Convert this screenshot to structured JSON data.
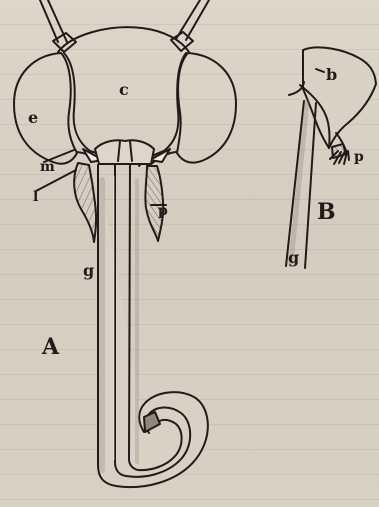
{
  "figure": {
    "labels": {
      "left_panel": "A",
      "right_panel": "B",
      "a_c": "c",
      "a_e": "e",
      "a_m": "m",
      "a_l": "l",
      "a_p": "p",
      "a_g": "g",
      "b_b": "b",
      "b_p": "p",
      "b_g": "g"
    },
    "colors": {
      "paper": "#d8d2c4",
      "ink": "#1f1c19",
      "shade": "#8f877b",
      "light": "#f0ebe2"
    }
  }
}
